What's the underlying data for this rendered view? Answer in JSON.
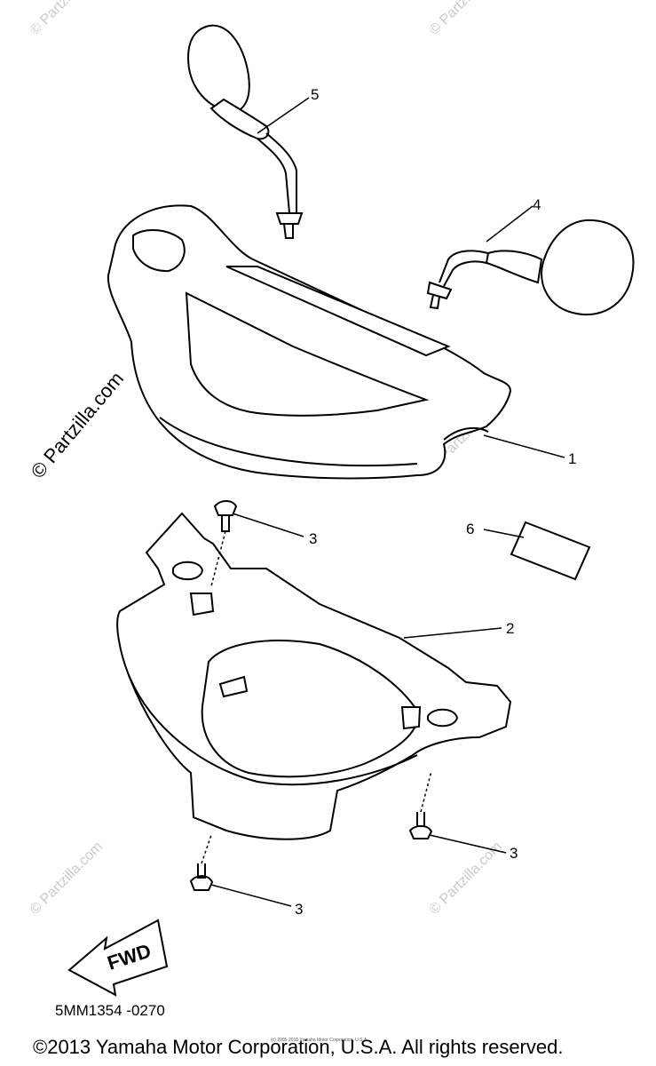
{
  "callouts": [
    {
      "label": "1"
    },
    {
      "label": "2"
    },
    {
      "label": "3"
    },
    {
      "label": "3"
    },
    {
      "label": "3"
    },
    {
      "label": "4"
    },
    {
      "label": "5"
    },
    {
      "label": "6"
    }
  ],
  "watermark": {
    "text": "© Partzilla.com",
    "short_text": "© Partzilla.com"
  },
  "fwd_label": "FWD",
  "part_code": "5MM1354 -0270",
  "small_credit": "(c) 2005-2016 Yamaha Motor Corporation, U.S.A.",
  "copyright": "©2013 Yamaha Motor Corporation, U.S.A. All rights reserved."
}
